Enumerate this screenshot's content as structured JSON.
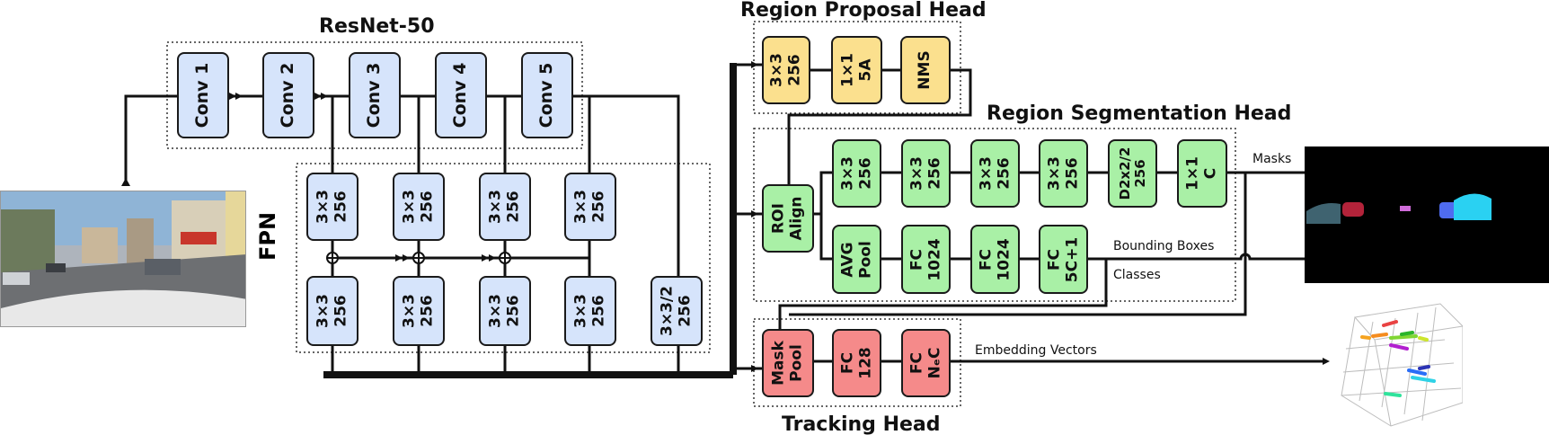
{
  "sections": {
    "backbone": "ResNet-50",
    "fpn": "FPN",
    "rpn": "Region Proposal Head",
    "seg": "Region Segmentation Head",
    "track": "Tracking Head"
  },
  "backbone_blocks": [
    {
      "l1": "Conv 1"
    },
    {
      "l1": "Conv 2"
    },
    {
      "l1": "Conv 3"
    },
    {
      "l1": "Conv 4"
    },
    {
      "l1": "Conv 5"
    }
  ],
  "fpn_top_blocks": [
    {
      "l1": "3×3",
      "l2": "256"
    },
    {
      "l1": "3×3",
      "l2": "256"
    },
    {
      "l1": "3×3",
      "l2": "256"
    },
    {
      "l1": "3×3",
      "l2": "256"
    }
  ],
  "fpn_bottom_blocks": [
    {
      "l1": "3×3",
      "l2": "256"
    },
    {
      "l1": "3×3",
      "l2": "256"
    },
    {
      "l1": "3×3",
      "l2": "256"
    },
    {
      "l1": "3×3",
      "l2": "256"
    },
    {
      "l1": "3×3/2",
      "l2": "256"
    }
  ],
  "rpn_blocks": [
    {
      "l1": "3×3",
      "l2": "256"
    },
    {
      "l1": "1×1",
      "l2": "5A"
    },
    {
      "l1": "NMS"
    }
  ],
  "roi_block": {
    "l1": "ROI",
    "l2": "Align"
  },
  "mask_branch": [
    {
      "l1": "3×3",
      "l2": "256"
    },
    {
      "l1": "3×3",
      "l2": "256"
    },
    {
      "l1": "3×3",
      "l2": "256"
    },
    {
      "l1": "3×3",
      "l2": "256"
    },
    {
      "l1": "D2x2/2",
      "l2": "256"
    },
    {
      "l1": "1×1",
      "l2": "C"
    }
  ],
  "box_branch": [
    {
      "l1": "AVG",
      "l2": "Pool"
    },
    {
      "l1": "FC",
      "l2": "1024"
    },
    {
      "l1": "FC",
      "l2": "1024"
    },
    {
      "l1": "FC",
      "l2": "5C+1"
    }
  ],
  "track_blocks": [
    {
      "l1": "Mask",
      "l2": "Pool"
    },
    {
      "l1": "FC",
      "l2": "128"
    },
    {
      "l1": "FC",
      "l2": "NₑC"
    }
  ],
  "output_labels": {
    "masks": "Masks",
    "boxes": "Bounding Boxes",
    "classes": "Classes",
    "embeddings": "Embedding Vectors"
  },
  "colors": {
    "backbone": "#d6e4fb",
    "rpn": "#fbe08e",
    "seg": "#a9f0a6",
    "track": "#f58a8a"
  }
}
